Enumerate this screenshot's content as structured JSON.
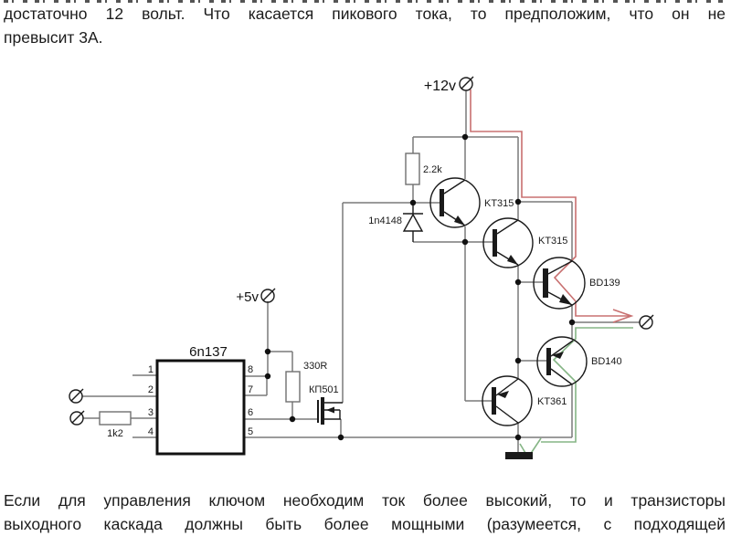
{
  "document": {
    "paragraph_top": {
      "line1": "достаточно 12 вольт. Что касается пикового тока, то предположим, что он не",
      "line2": "превысит 3А."
    },
    "paragraph_bottom": {
      "line1": "Если для управления ключом необходим ток более высокий, то и транзисторы",
      "line2": "выходного каскада должны быть более мощными (разумеется, с подходящей"
    }
  },
  "schematic": {
    "power": {
      "v12": "+12v",
      "v5": "+5v"
    },
    "ic": {
      "label": "6n137",
      "pins_left": [
        "1",
        "2",
        "3",
        "4"
      ],
      "pins_right": [
        "8",
        "7",
        "6",
        "5"
      ]
    },
    "components": {
      "r_collector": "2.2k",
      "diode": "1n4148",
      "r_pullup": "330R",
      "r_input": "1k2",
      "mosfet": "КП501",
      "q1": "KT315",
      "q2": "KT315",
      "q3": "BD139",
      "q4": "BD140",
      "q5": "KT361"
    },
    "colors": {
      "wire": "#7a7a7a",
      "symbol": "#1a1a1a",
      "supply_path": "#c87070",
      "return_path": "#85b585"
    }
  }
}
